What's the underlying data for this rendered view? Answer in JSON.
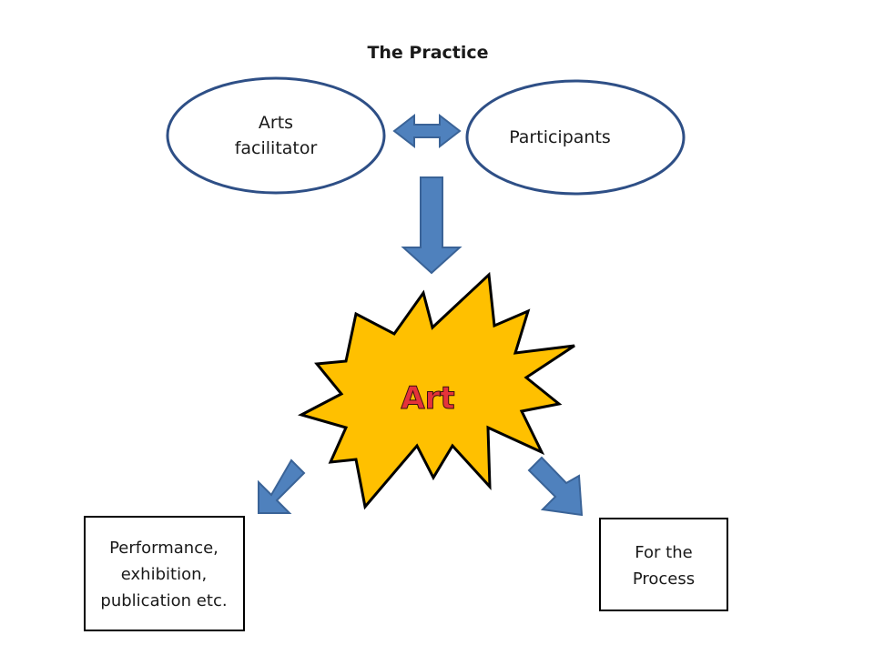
{
  "title": "The Practice",
  "nodes": {
    "facilitator": {
      "lines": [
        "Arts",
        "facilitator"
      ]
    },
    "participants": {
      "lines": [
        "Participants"
      ]
    },
    "art": {
      "label": "Art"
    },
    "outcome_left": {
      "lines": [
        "Performance,",
        "exhibition,",
        "publication etc."
      ]
    },
    "outcome_right": {
      "lines": [
        "For the",
        "Process"
      ]
    }
  },
  "colors": {
    "ellipse_stroke": "#2e4f86",
    "arrow_fill": "#4f81bd",
    "arrow_stroke": "#3a6397",
    "burst_fill": "#ffc000",
    "art_text": "#e5333a",
    "box_stroke": "#000000"
  }
}
